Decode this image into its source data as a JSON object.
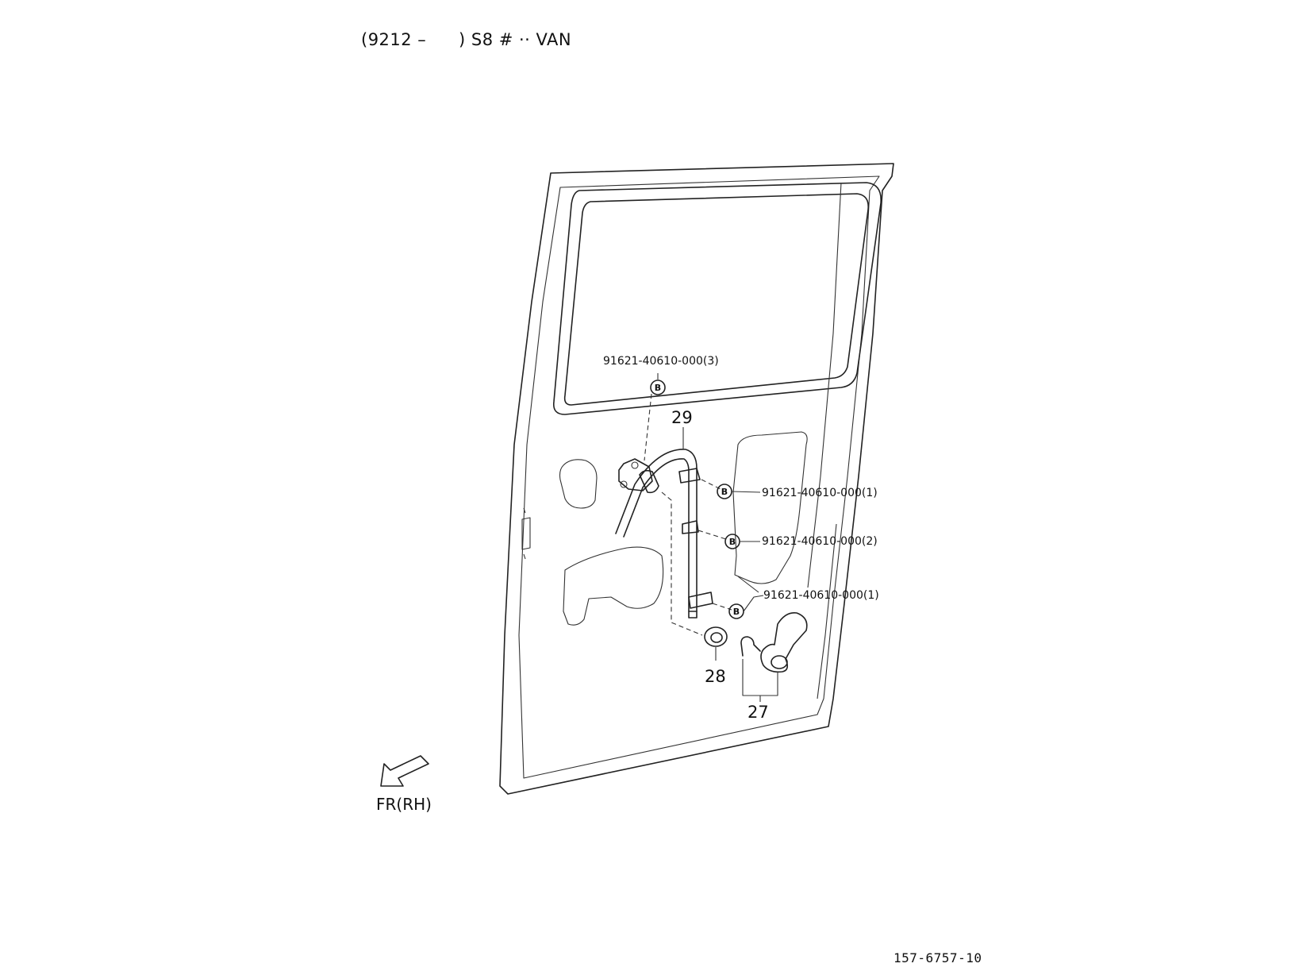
{
  "header": {
    "range": "(9212 –",
    "model": ") S8 # ·· VAN"
  },
  "diagram_code": "157-6757-10",
  "direction": "FR(RH)",
  "bolt_symbol": "B",
  "parts": {
    "p27": "27",
    "p28": "28",
    "p29": "29"
  },
  "callouts": {
    "bolt_top": "91621-40610-000(3)",
    "bolt_upper": "91621-40610-000(1)",
    "bolt_middle": "91621-40610-000(2)",
    "bolt_lower": "91621-40610-000(1)"
  }
}
